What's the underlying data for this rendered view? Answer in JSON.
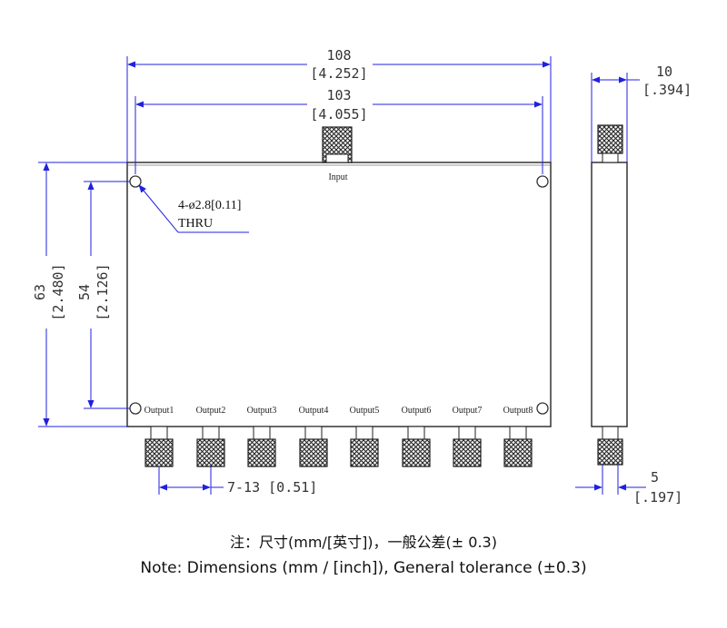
{
  "dimensions": {
    "overall_width": {
      "mm": "108",
      "inch": "[4.252]"
    },
    "hole_spacing_width": {
      "mm": "103",
      "inch": "[4.055]"
    },
    "overall_height": {
      "mm": "63",
      "inch": "[2.480]"
    },
    "hole_spacing_height": {
      "mm": "54",
      "inch": "[2.126]"
    },
    "depth": {
      "mm": "10",
      "inch": "[.394]"
    },
    "connector_offset": {
      "mm": "5",
      "inch": "[.197]"
    },
    "port_pitch": {
      "text": "7-13 [0.51]"
    }
  },
  "holes": {
    "spec": "4-ø2.8[0.11]",
    "thru": "THRU"
  },
  "ports": {
    "input": "Input",
    "outputs": [
      "Output1",
      "Output2",
      "Output3",
      "Output4",
      "Output5",
      "Output6",
      "Output7",
      "Output8"
    ]
  },
  "notes": {
    "chinese": "注：尺寸(mm/[英寸])，一般公差(±  0.3)",
    "english": "Note: Dimensions (mm / [inch]), General tolerance (±0.3)"
  },
  "colors": {
    "dimension": "#2020e0",
    "outline": "#333333",
    "body": "#ffffff"
  }
}
